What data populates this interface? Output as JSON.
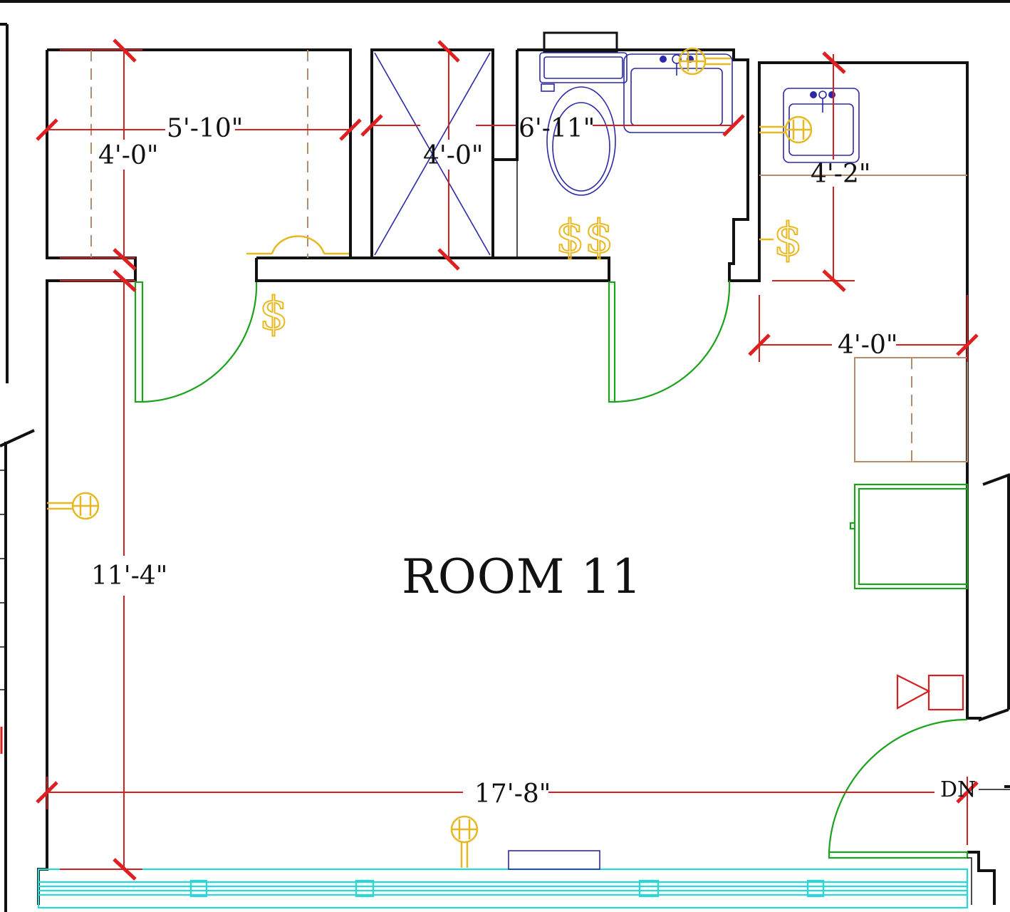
{
  "room_label": "ROOM 11",
  "dimensions": {
    "closet_width": "5'-10\"",
    "closet_depth": "4'-0\"",
    "shower_depth": "4'-0\"",
    "bath_width": "6'-11\"",
    "vanity_depth": "4'-2\"",
    "vanity_width": "4'-0\"",
    "room_depth": "11'-4\"",
    "room_width": "17'-8\""
  },
  "stair_label": "DN",
  "symbols": {
    "switch": "$",
    "double_switch": "$$"
  },
  "colors": {
    "walls": "#111111",
    "dimension_lines": "#d42020",
    "doors": "#1aa31a",
    "plumbing": "#2a2aa8",
    "electrical": "#e8b820",
    "window": "#26d8d8",
    "casework": "#b58c6c"
  }
}
